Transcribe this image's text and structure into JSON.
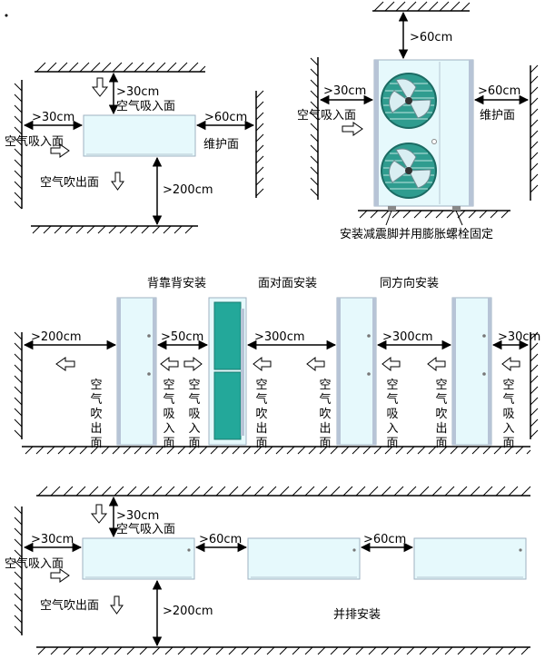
{
  "labels": {
    "gt30": ">30cm",
    "gt60": ">60cm",
    "gt200": ">200cm",
    "gt50": ">50cm",
    "gt300": ">300cm",
    "air_intake": "空气吸入面",
    "air_outlet": "空气吹出面",
    "maintenance": "维护面",
    "fix_note": "安装减震脚并用膨胀螺栓固定",
    "back_to_back": "背靠背安装",
    "face_to_face": "面对面安装",
    "same_direction": "同方向安装",
    "side_by_side": "并排安装",
    "v_outlet": "空气吹出面",
    "v_intake": "空气吸入面"
  },
  "colors": {
    "unit_fill": "#e6f9fc",
    "unit_edge": "#8fa3b8",
    "fan_teal": "#2f9c8f",
    "panel_teal": "#23a89a",
    "ground": "#000000"
  }
}
